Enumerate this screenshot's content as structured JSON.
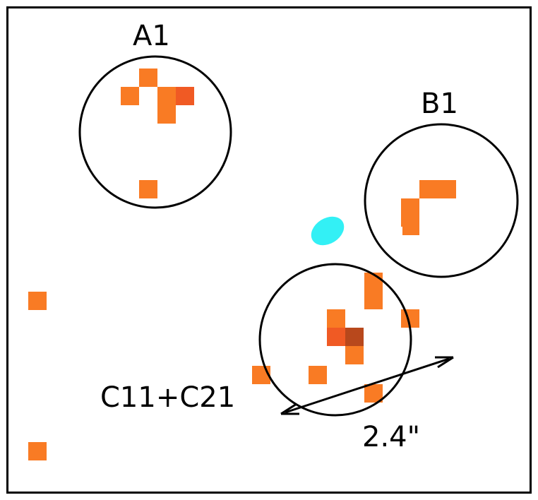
{
  "labels": {
    "a1": "A1",
    "b1": "B1",
    "c": "C11+C21",
    "scale": "2.4\""
  },
  "colors": {
    "pixel_orange": "#f97b24",
    "pixel_red": "#f05a24",
    "pixel_dark": "#b8481c",
    "ellipse_cyan": "#33f0f5",
    "frame": "#000000"
  },
  "scale_bar_arcsec": 2.4
}
